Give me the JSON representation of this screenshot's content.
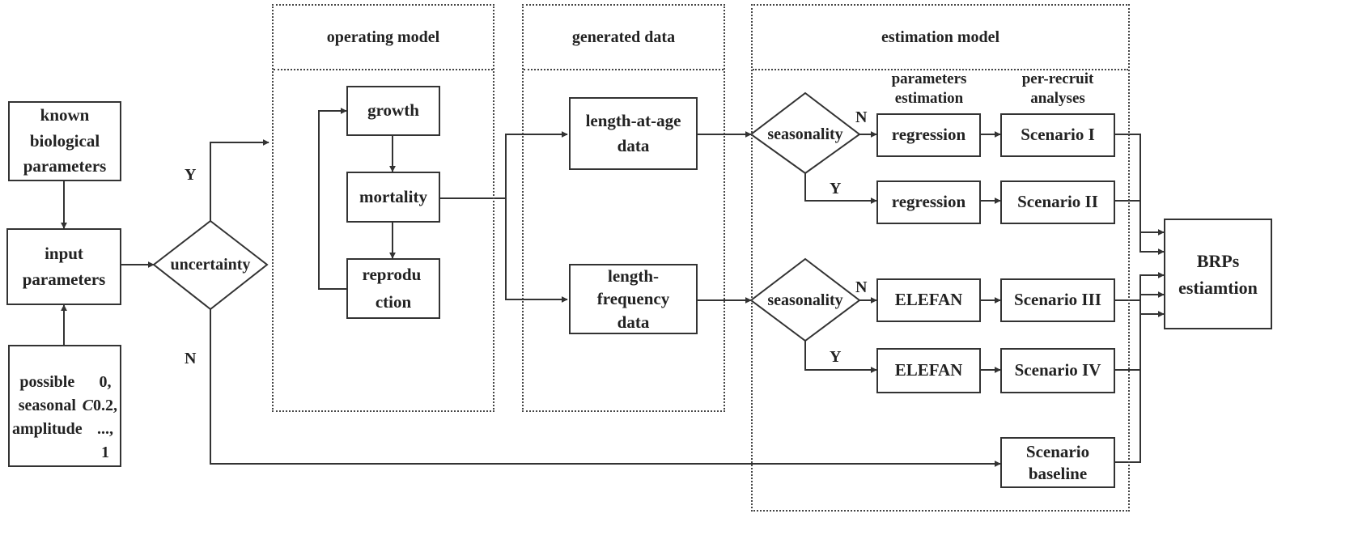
{
  "panels": {
    "operating_model": "operating model",
    "generated_data": "generated data",
    "estimation_model": "estimation model"
  },
  "headers": {
    "parameters_estimation": "parameters\nestimation",
    "per_recruit_analyses": "per-recruit\nanalyses"
  },
  "boxes": {
    "known_bio": "known\nbiological\nparameters",
    "input_params": "input\nparameters",
    "possible_seasonal": "possible\nseasonal\namplitude C\n0, 0.2, ..., 1",
    "growth": "growth",
    "mortality": "mortality",
    "reproduction": "reprodu ction",
    "length_at_age": "length-at-age\ndata",
    "length_frequency": "length-\nfrequency\ndata",
    "regression_1": "regression",
    "regression_2": "regression",
    "elefan_1": "ELEFAN",
    "elefan_2": "ELEFAN",
    "scenario_1": "Scenario I",
    "scenario_2": "Scenario II",
    "scenario_3": "Scenario III",
    "scenario_4": "Scenario IV",
    "scenario_baseline": "Scenario\nbaseline",
    "brps": "BRPs\nestiamtion"
  },
  "decisions": {
    "uncertainty": "uncertainty",
    "seasonality_top": "seasonality",
    "seasonality_bottom": "seasonality"
  },
  "labels": {
    "y_uncertainty": "Y",
    "n_uncertainty": "N",
    "n_season_top": "N",
    "y_season_top": "Y",
    "n_season_bottom": "N",
    "y_season_bottom": "Y"
  }
}
